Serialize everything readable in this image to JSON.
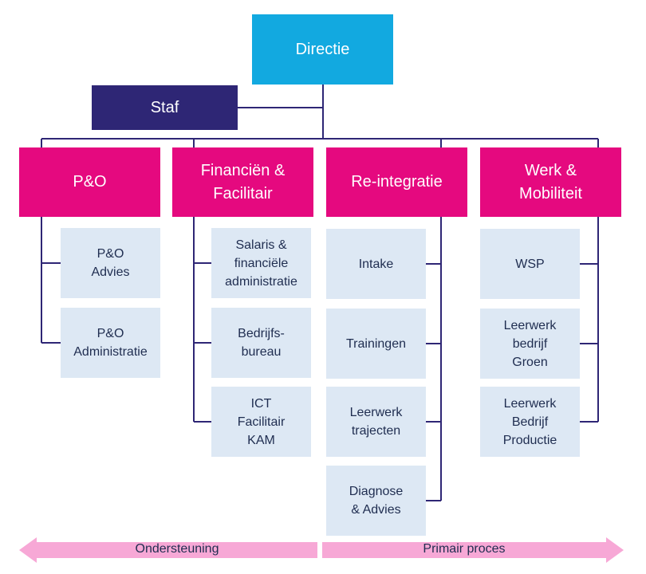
{
  "top": {
    "label": "Directie"
  },
  "staff": {
    "label": "Staf"
  },
  "departments": [
    {
      "label": "P&O",
      "units": [
        "P&O\nAdvies",
        "P&O\nAdministratie"
      ]
    },
    {
      "label": "Financiën &\nFacilitair",
      "units": [
        "Salaris &\nfinanciële\nadministratie",
        "Bedrijfs-\nbureau",
        "ICT\nFacilitair\nKAM"
      ]
    },
    {
      "label": "Re-integratie",
      "units": [
        "Intake",
        "Trainingen",
        "Leerwerk\ntrajecten",
        "Diagnose\n& Advies"
      ]
    },
    {
      "label": "Werk &\nMobiliteit",
      "units": [
        "WSP",
        "Leerwerk\nbedrijf\nGroen",
        "Leerwerk\nBedrijf\nProductie"
      ]
    }
  ],
  "footer": {
    "left_label": "Ondersteuning",
    "right_label": "Primair proces",
    "arrow_color": "#f7a8d6"
  },
  "colors": {
    "top": "#12a9e0",
    "staff": "#2e2675",
    "department": "#e5097f",
    "unit": "#dde8f4",
    "line": "#2e2675"
  }
}
